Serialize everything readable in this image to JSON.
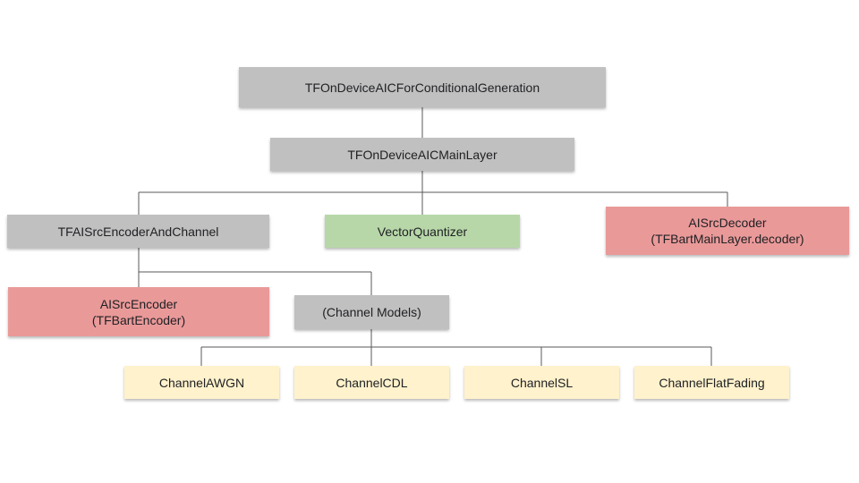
{
  "nodes": {
    "root": {
      "label": "TFOnDeviceAICForConditionalGeneration"
    },
    "main_layer": {
      "label": "TFOnDeviceAICMainLayer"
    },
    "encoder_and_channel": {
      "label": "TFAISrcEncoderAndChannel"
    },
    "vector_quantizer": {
      "label": "VectorQuantizer"
    },
    "decoder": {
      "line1": "AISrcDecoder",
      "line2": "(TFBartMainLayer.decoder)"
    },
    "encoder": {
      "line1": "AISrcEncoder",
      "line2": "(TFBartEncoder)"
    },
    "channel_models": {
      "label": "(Channel Models)"
    },
    "channel_awgn": {
      "label": "ChannelAWGN"
    },
    "channel_cdl": {
      "label": "ChannelCDL"
    },
    "channel_sl": {
      "label": "ChannelSL"
    },
    "channel_flat_fading": {
      "label": "ChannelFlatFading"
    }
  },
  "colors": {
    "container": "#c0c0c0",
    "quantizer": "#b7d7a8",
    "bart_component": "#ea9999",
    "channel": "#fff2cc",
    "connector": "#595959"
  }
}
